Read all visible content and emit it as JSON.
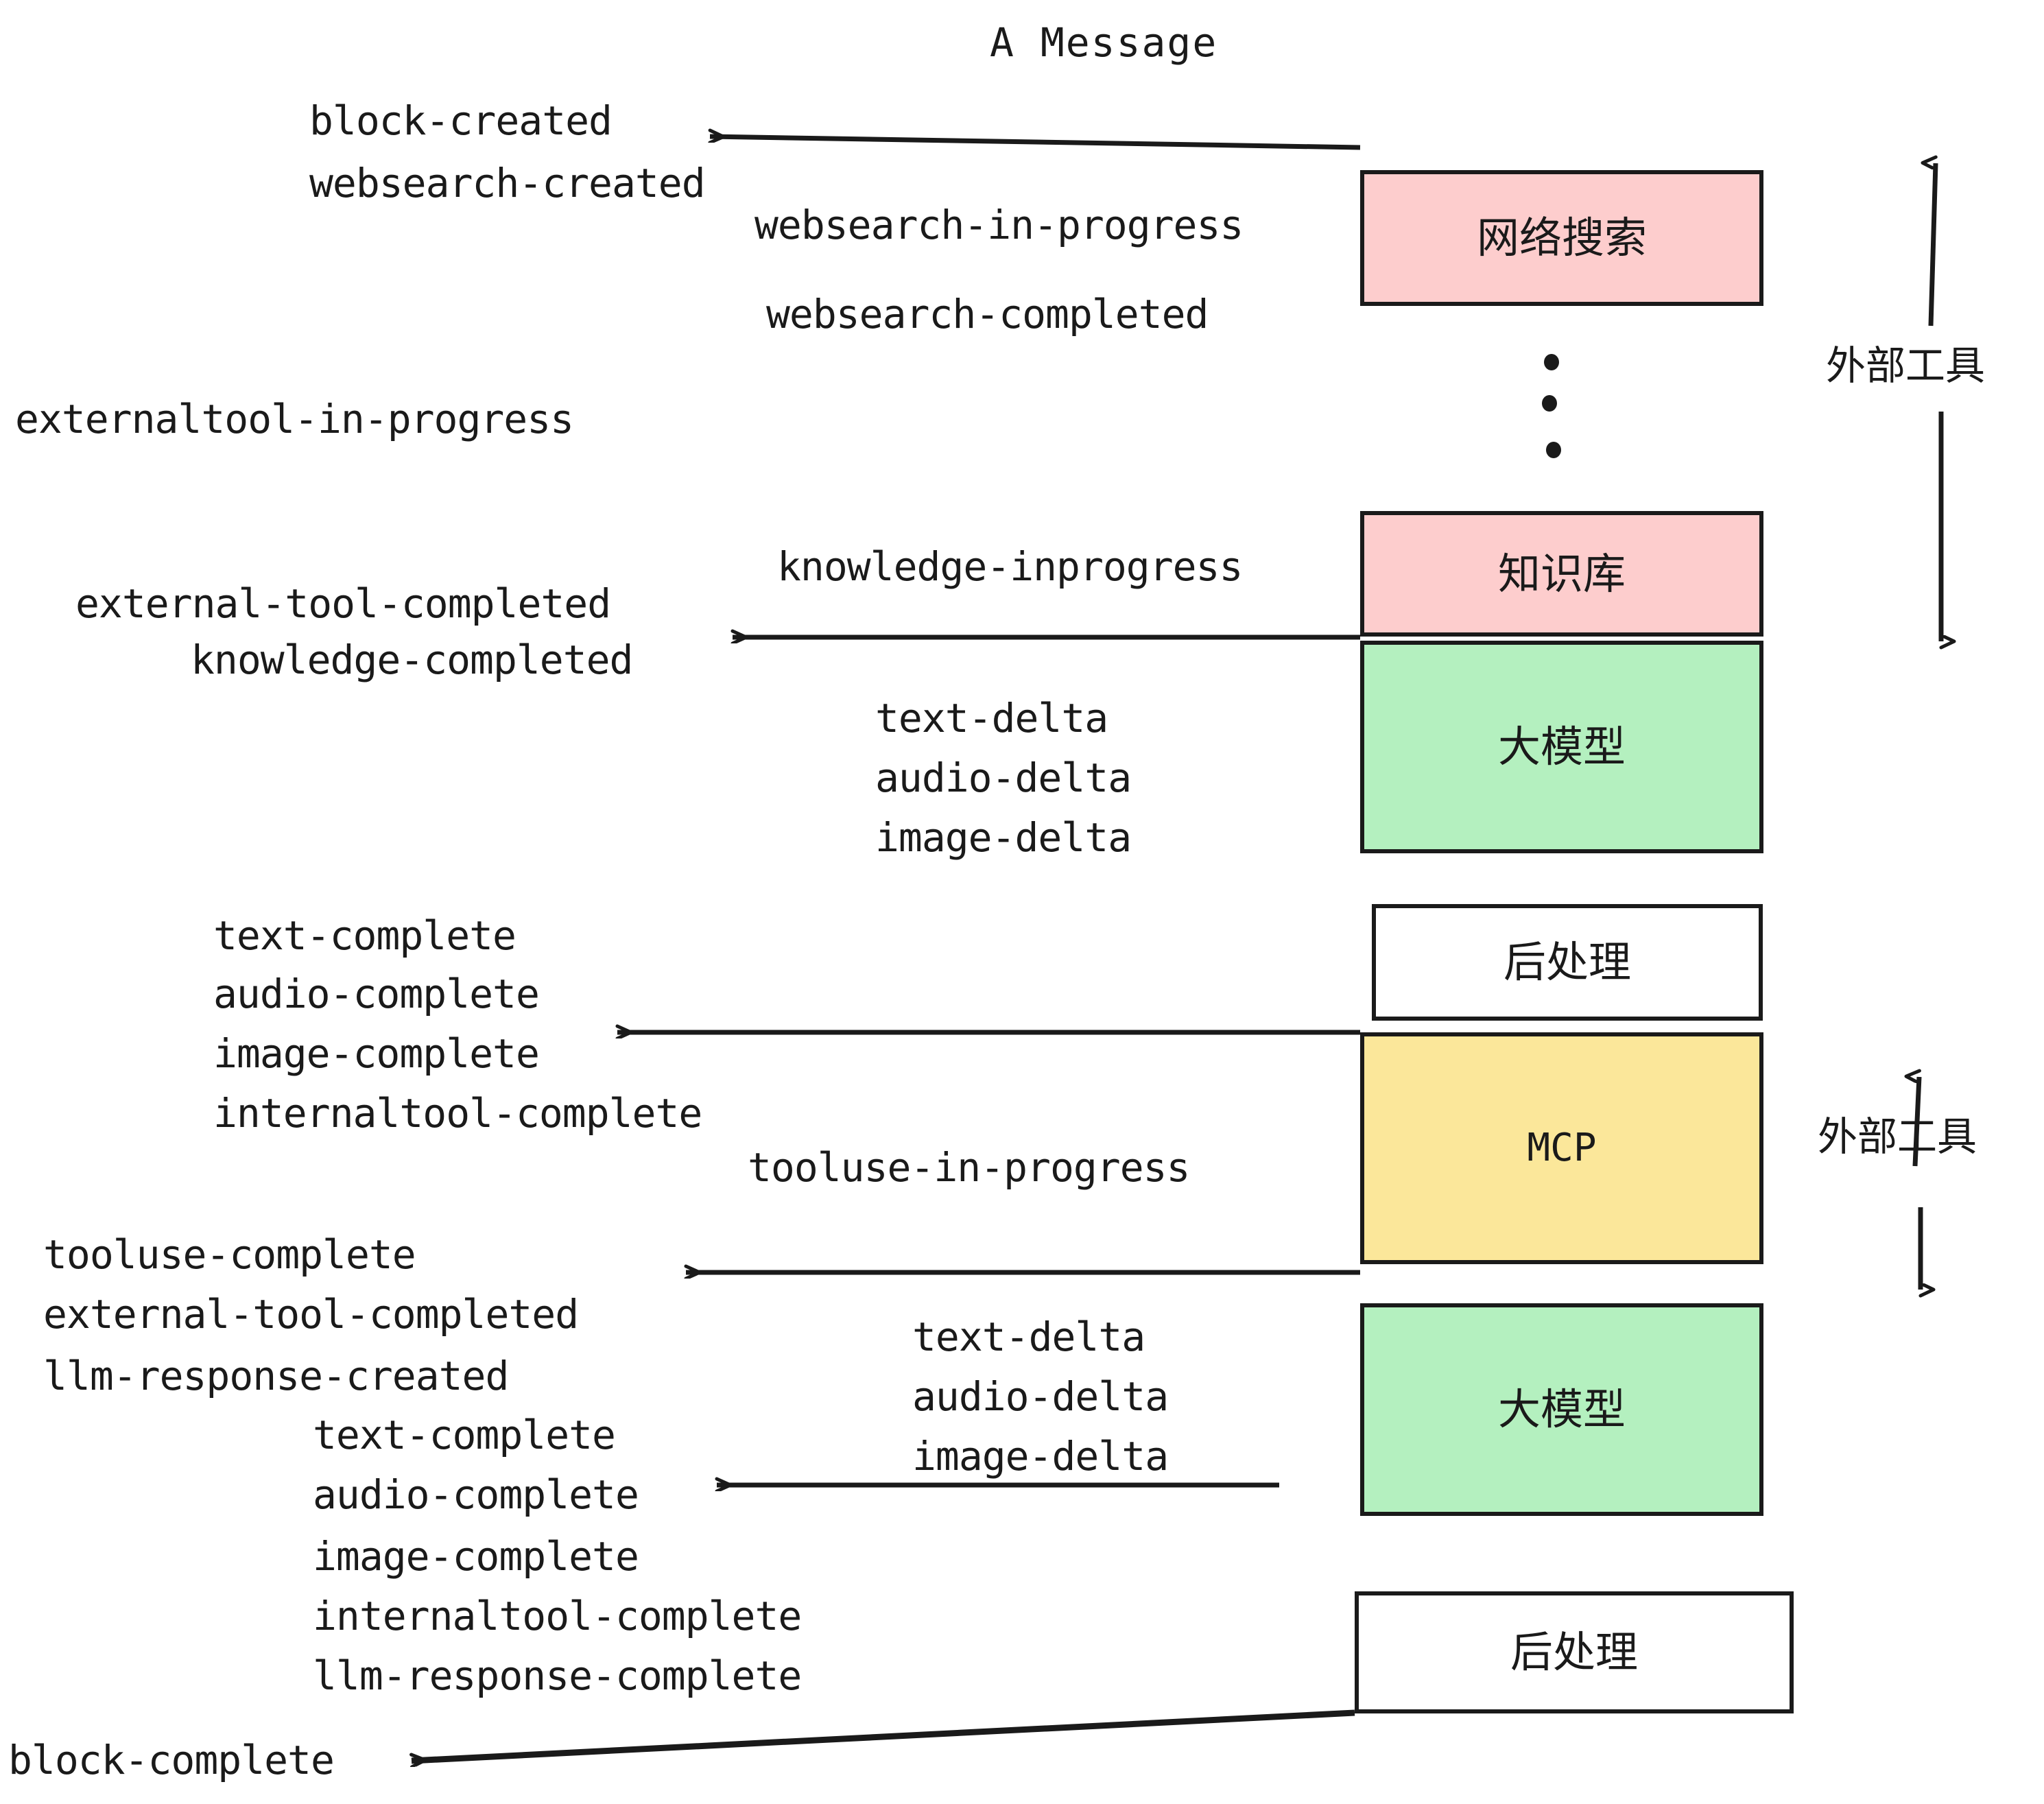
{
  "title": "A Message",
  "colors": {
    "pink": "#fdcdcd",
    "green": "#b4f0bf",
    "yellow": "#fbe79a",
    "white": "#ffffff",
    "stroke": "#1a1a1a",
    "text": "#1a1a1a"
  },
  "nodes": [
    {
      "id": "websearch",
      "label": "网络搜索",
      "fill": "#fdcdcd"
    },
    {
      "id": "knowledge",
      "label": "知识库",
      "fill": "#fdcdcd"
    },
    {
      "id": "llm1",
      "label": "大模型",
      "fill": "#b4f0bf"
    },
    {
      "id": "post1",
      "label": "后处理",
      "fill": "#ffffff"
    },
    {
      "id": "mcp",
      "label": "MCP",
      "fill": "#fbe79a"
    },
    {
      "id": "llm2",
      "label": "大模型",
      "fill": "#b4f0bf"
    },
    {
      "id": "post2",
      "label": "后处理",
      "fill": "#ffffff"
    }
  ],
  "group_labels": [
    {
      "id": "external-tools-top",
      "label": "外部工具"
    },
    {
      "id": "external-tools-bottom",
      "label": "外部工具"
    }
  ],
  "events": [
    {
      "id": "block-created",
      "text": "block-created"
    },
    {
      "id": "websearch-created",
      "text": "websearch-created"
    },
    {
      "id": "websearch-in-progress",
      "text": "websearch-in-progress"
    },
    {
      "id": "websearch-completed",
      "text": "websearch-completed"
    },
    {
      "id": "externaltool-in-progress",
      "text": "externaltool-in-progress"
    },
    {
      "id": "knowledge-inprogress",
      "text": "knowledge-inprogress"
    },
    {
      "id": "external-tool-completed-1",
      "text": "external-tool-completed"
    },
    {
      "id": "knowledge-completed",
      "text": "knowledge-completed"
    },
    {
      "id": "text-delta-1",
      "text": "text-delta"
    },
    {
      "id": "audio-delta-1",
      "text": "audio-delta"
    },
    {
      "id": "image-delta-1",
      "text": "image-delta"
    },
    {
      "id": "text-complete-1",
      "text": "text-complete"
    },
    {
      "id": "audio-complete-1",
      "text": "audio-complete"
    },
    {
      "id": "image-complete-1",
      "text": "image-complete"
    },
    {
      "id": "internaltool-complete-1",
      "text": "internaltool-complete"
    },
    {
      "id": "tooluse-in-progress",
      "text": "tooluse-in-progress"
    },
    {
      "id": "tooluse-complete",
      "text": "tooluse-complete"
    },
    {
      "id": "external-tool-completed-2",
      "text": "external-tool-completed"
    },
    {
      "id": "llm-response-created",
      "text": "llm-response-created"
    },
    {
      "id": "text-delta-2",
      "text": "text-delta"
    },
    {
      "id": "audio-delta-2",
      "text": "audio-delta"
    },
    {
      "id": "image-delta-2",
      "text": "image-delta"
    },
    {
      "id": "text-complete-2",
      "text": "text-complete"
    },
    {
      "id": "audio-complete-2",
      "text": "audio-complete"
    },
    {
      "id": "image-complete-2",
      "text": "image-complete"
    },
    {
      "id": "internaltool-complete-2",
      "text": "internaltool-complete"
    },
    {
      "id": "llm-response-complete",
      "text": "llm-response-complete"
    },
    {
      "id": "block-complete",
      "text": "block-complete"
    }
  ]
}
